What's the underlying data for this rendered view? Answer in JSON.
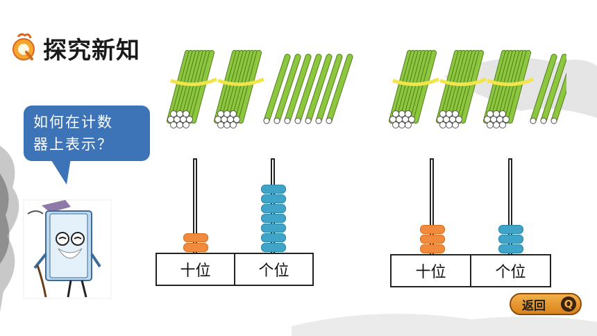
{
  "header": {
    "title": "探究新知",
    "icon": "magnifier-q-icon"
  },
  "bubble": {
    "line1": "如何在计数",
    "line2": "器上表示？"
  },
  "scene_left": {
    "bundles_of_ten": 2,
    "loose_sticks": 7,
    "abacus": {
      "tens_label": "十位",
      "ones_label": "个位",
      "tens_beads": 2,
      "ones_beads": 7
    }
  },
  "scene_right": {
    "bundles_of_ten": 3,
    "loose_sticks": 3,
    "abacus": {
      "tens_label": "十位",
      "ones_label": "个位",
      "tens_beads": 3,
      "ones_beads": 3
    }
  },
  "colors": {
    "tens_bead": "#f08a3c",
    "ones_bead": "#3fa4c7",
    "bubble": "#3d74b8",
    "stick": "#8dc63f",
    "band": "#f2e44a"
  },
  "footer": {
    "return_label": "返回",
    "return_icon_text": "Q"
  }
}
